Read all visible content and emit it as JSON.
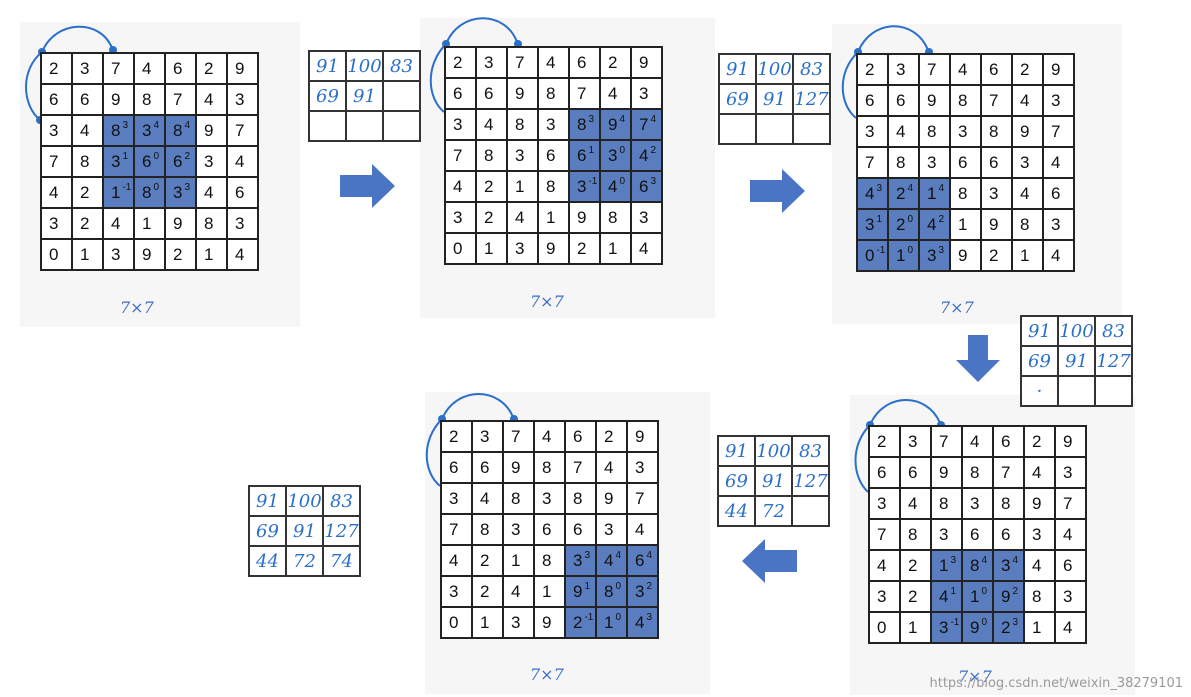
{
  "input_grid": [
    [
      "2",
      "3",
      "7",
      "4",
      "6",
      "2",
      "9"
    ],
    [
      "6",
      "6",
      "9",
      "8",
      "7",
      "4",
      "3"
    ],
    [
      "3",
      "4",
      "8",
      "3",
      "8",
      "9",
      "7"
    ],
    [
      "7",
      "8",
      "3",
      "6",
      "6",
      "3",
      "4"
    ],
    [
      "4",
      "2",
      "1",
      "8",
      "3",
      "4",
      "6"
    ],
    [
      "3",
      "2",
      "4",
      "1",
      "9",
      "8",
      "3"
    ],
    [
      "0",
      "1",
      "3",
      "9",
      "2",
      "1",
      "4"
    ]
  ],
  "kernel": [
    [
      "3",
      "4",
      "4"
    ],
    [
      "1",
      "0",
      "2"
    ],
    [
      "-1",
      "0",
      "3"
    ]
  ],
  "grid_size_label": "7×7",
  "output_values": [
    [
      "91",
      "100",
      "83"
    ],
    [
      "69",
      "91",
      "127"
    ],
    [
      "44",
      "72",
      "74"
    ]
  ],
  "steps": [
    {
      "highlight_row": 2,
      "highlight_col": 2,
      "filled": 5,
      "grid_label": "7×7"
    },
    {
      "highlight_row": 2,
      "highlight_col": 4,
      "filled": 6,
      "grid_label": "7×7"
    },
    {
      "highlight_row": 4,
      "highlight_col": 0,
      "filled": 6,
      "grid_label": "7×7"
    },
    {
      "highlight_row": 4,
      "highlight_col": 2,
      "filled": 8,
      "grid_label": "7×7"
    },
    {
      "highlight_row": 4,
      "highlight_col": 4,
      "filled": 9,
      "grid_label": "7×7"
    }
  ],
  "step3_dot": "·",
  "watermark": "https://blog.csdn.net/weixin_38279101",
  "colors": {
    "highlight": "#5a7dc0",
    "arrow": "#4a74c4",
    "handwriting": "#2a6fc9"
  }
}
